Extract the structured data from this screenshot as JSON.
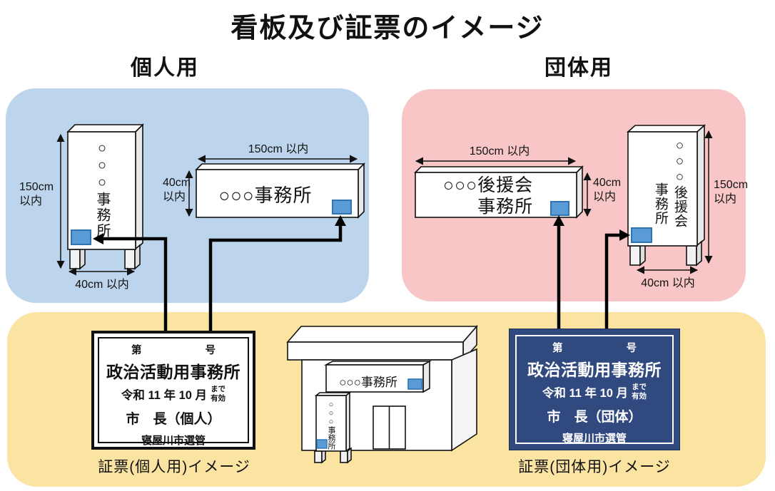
{
  "title": "看板及び証票のイメージ",
  "colors": {
    "individual_panel": "#BCD5EC",
    "organization_panel": "#F8C6C7",
    "certificate_panel": "#FBE3A1",
    "certificate_navy": "#30497F",
    "marker_fill": "#5B9BD5",
    "marker_border": "#2E74B5"
  },
  "sections": {
    "individual": {
      "heading": "個人用",
      "standing_sign": {
        "text": "○○○事務所",
        "height_label_line1": "150cm",
        "height_label_line2": "以内",
        "width_label": "40cm 以内"
      },
      "horizontal_sign": {
        "text": "○○○事務所",
        "width_label": "150cm 以内",
        "height_label_line1": "40cm",
        "height_label_line2": "以内"
      }
    },
    "organization": {
      "heading": "団体用",
      "horizontal_sign": {
        "text_line1": "○○○後援会",
        "text_line2": "事務所",
        "width_label": "150cm 以内",
        "height_label_line1": "40cm",
        "height_label_line2": "以内"
      },
      "standing_sign": {
        "text_column1": "○○○後援会",
        "text_column2": "事務所",
        "height_label_line1": "150cm",
        "height_label_line2": "以内",
        "width_label": "40cm 以内"
      }
    }
  },
  "building": {
    "horizontal_sign_text": "○○○事務所",
    "standing_sign_text": "○○○事務所"
  },
  "certificates": {
    "individual": {
      "number_prefix": "第",
      "number_suffix": "号",
      "title": "政治活動用事務所",
      "validity_date": "令和 11 年 10 月",
      "validity_note_line1": "まで",
      "validity_note_line2": "有効",
      "issuer": "市　長（個人）",
      "authority": "寝屋川市選管",
      "caption": "証票(個人用)イメージ"
    },
    "organization": {
      "number_prefix": "第",
      "number_suffix": "号",
      "title": "政治活動用事務所",
      "validity_date": "令和 11 年 10 月",
      "validity_note_line1": "まで",
      "validity_note_line2": "有効",
      "issuer": "市　長（団体）",
      "authority": "寝屋川市選管",
      "caption": "証票(団体用)イメージ"
    }
  }
}
